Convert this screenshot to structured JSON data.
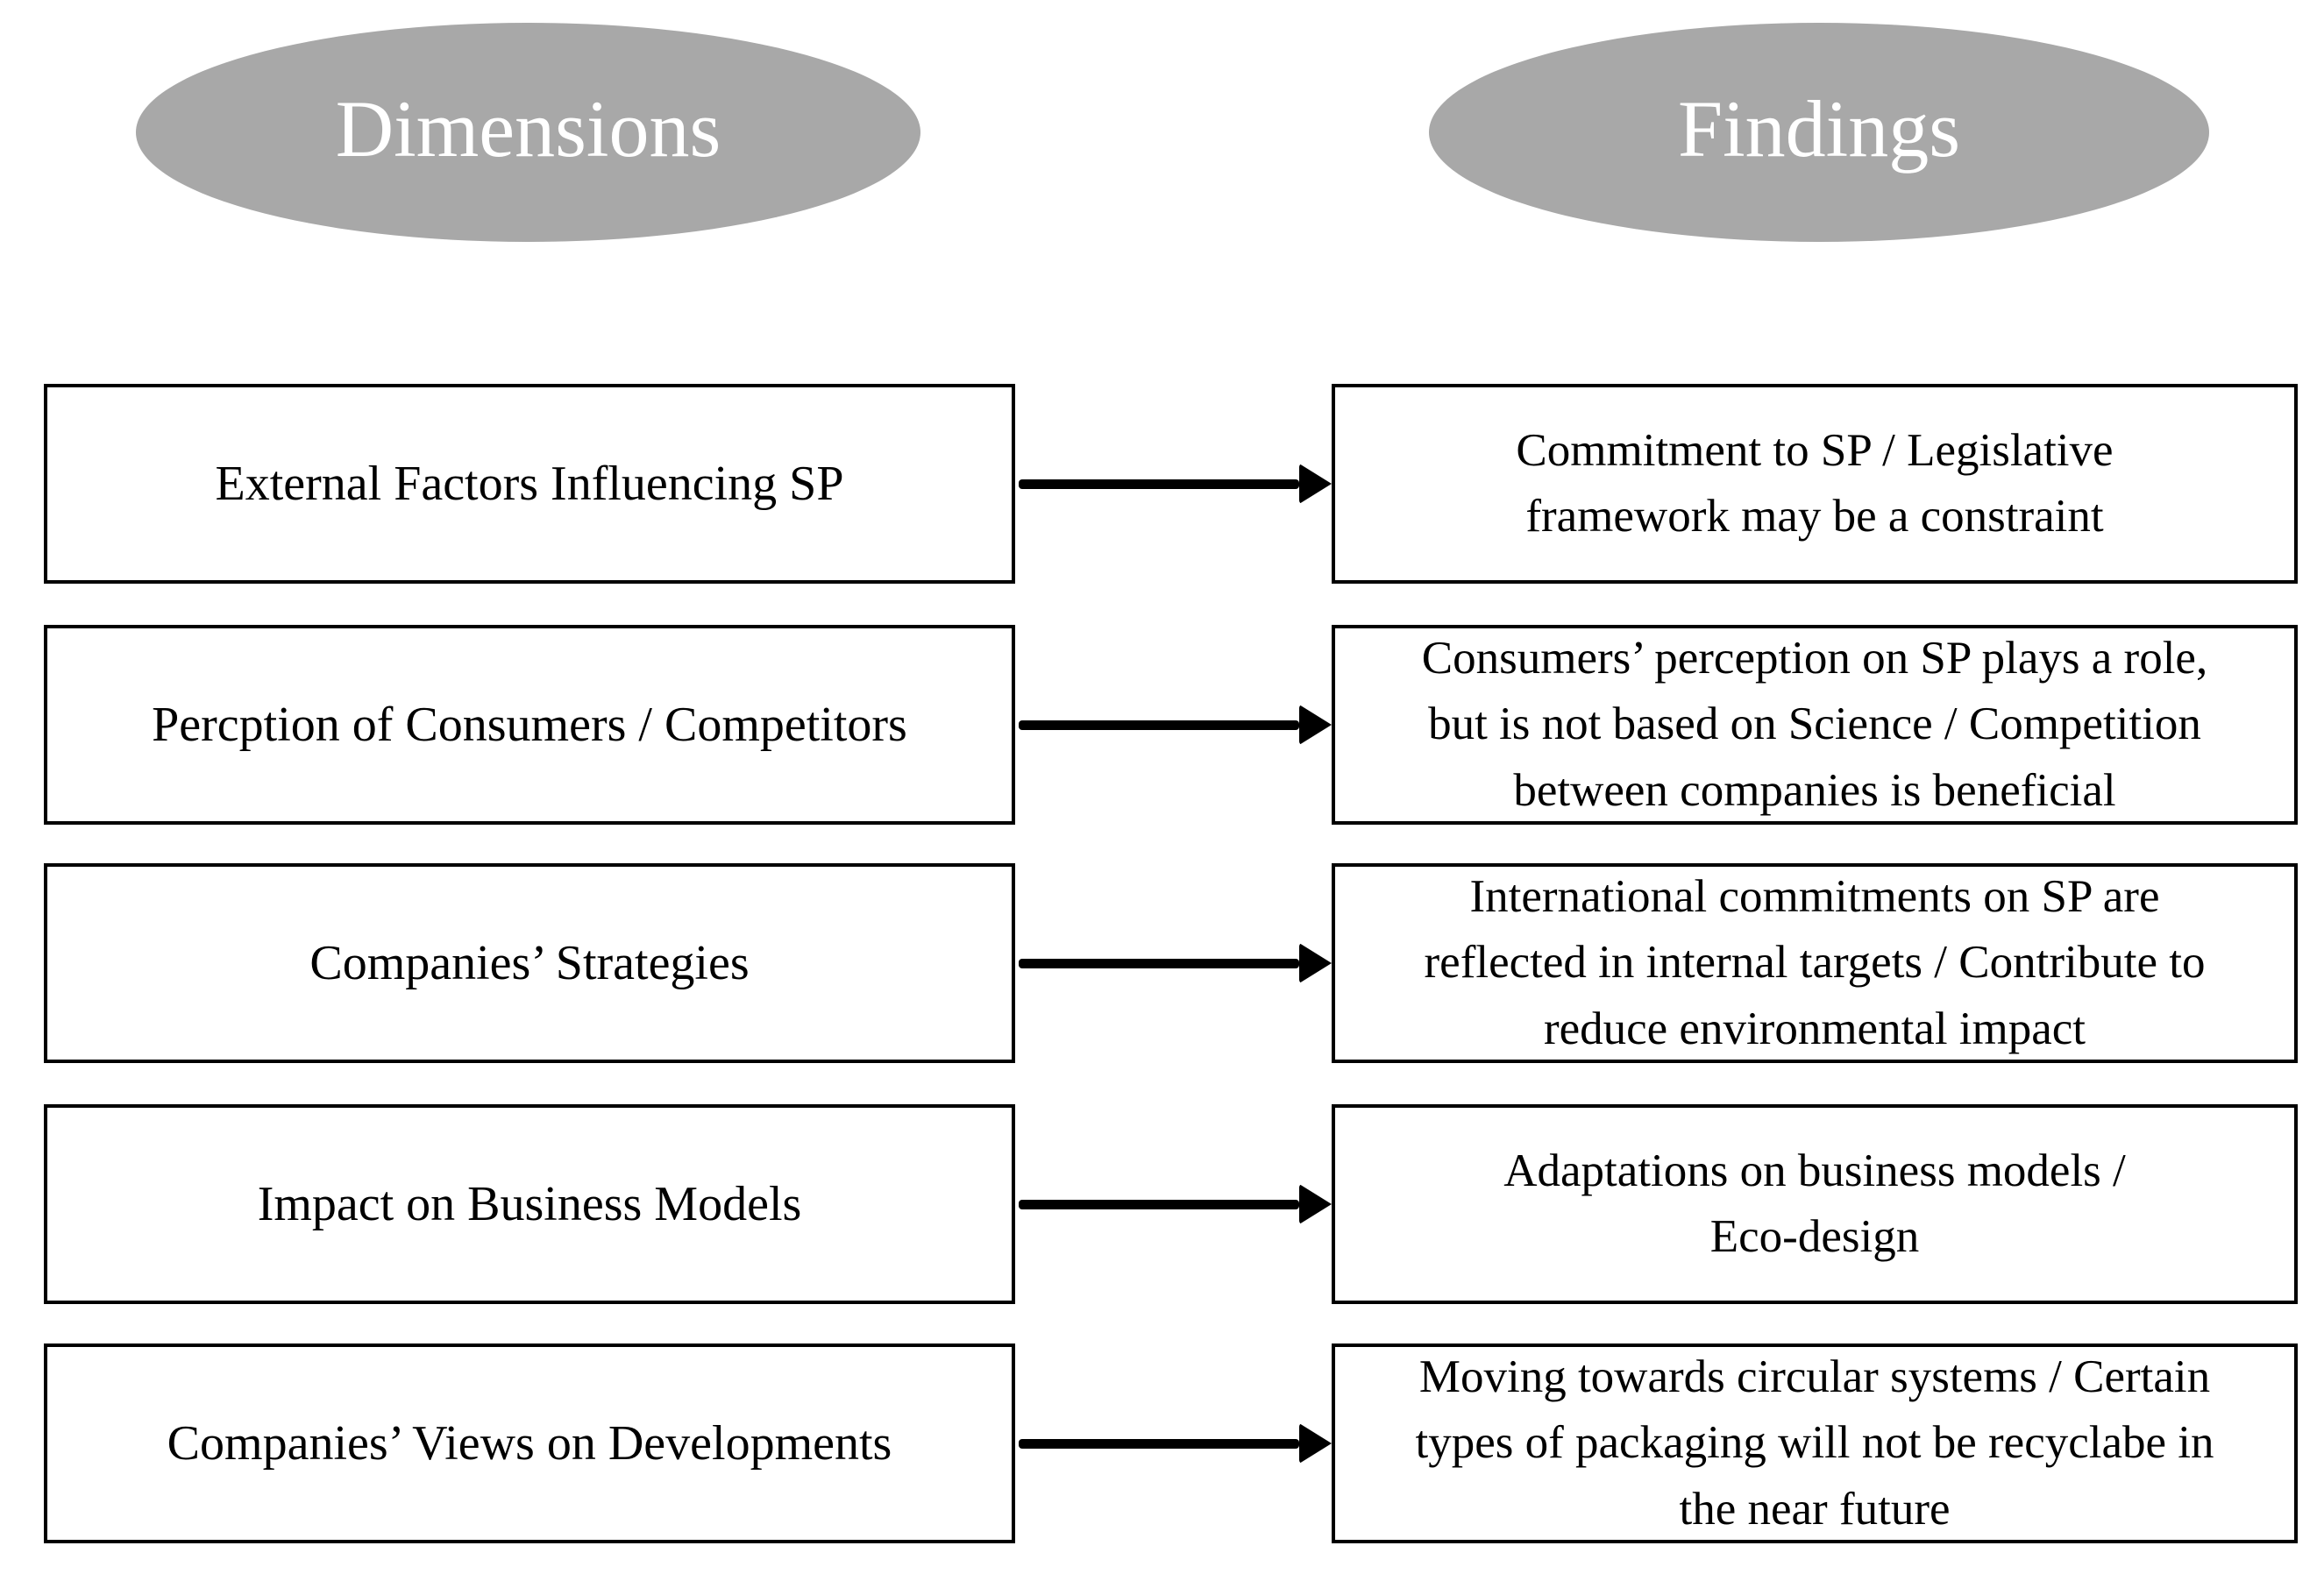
{
  "header": {
    "dimensions_label": "Dimensions",
    "findings_label": "Findings"
  },
  "rows": [
    {
      "dimension": "External Factors Influencing SP",
      "finding": "Commitment to SP / Legislative\nframework may be a constraint"
    },
    {
      "dimension": "Percption of Consumers / Competitors",
      "finding": "Consumers’ perception on SP plays a role,\nbut is not based on Science / Competition\nbetween companies is beneficial"
    },
    {
      "dimension": "Companies’ Strategies",
      "finding": "International commitments on SP are\nreflected in internal targets / Contribute to\nreduce environmental impact"
    },
    {
      "dimension": "Impact on Business Models",
      "finding": "Adaptations on business models /\nEco-design"
    },
    {
      "dimension": "Companies’ Views on Developments",
      "finding": "Moving towards circular systems / Certain\ntypes of packaging will not be recyclabe in\nthe near future"
    }
  ],
  "colors": {
    "ellipse_fill": "#a8a8a8",
    "ellipse_text": "#ffffff",
    "box_border": "#000000",
    "box_text": "#000000",
    "arrow": "#000000",
    "background": "#ffffff"
  }
}
